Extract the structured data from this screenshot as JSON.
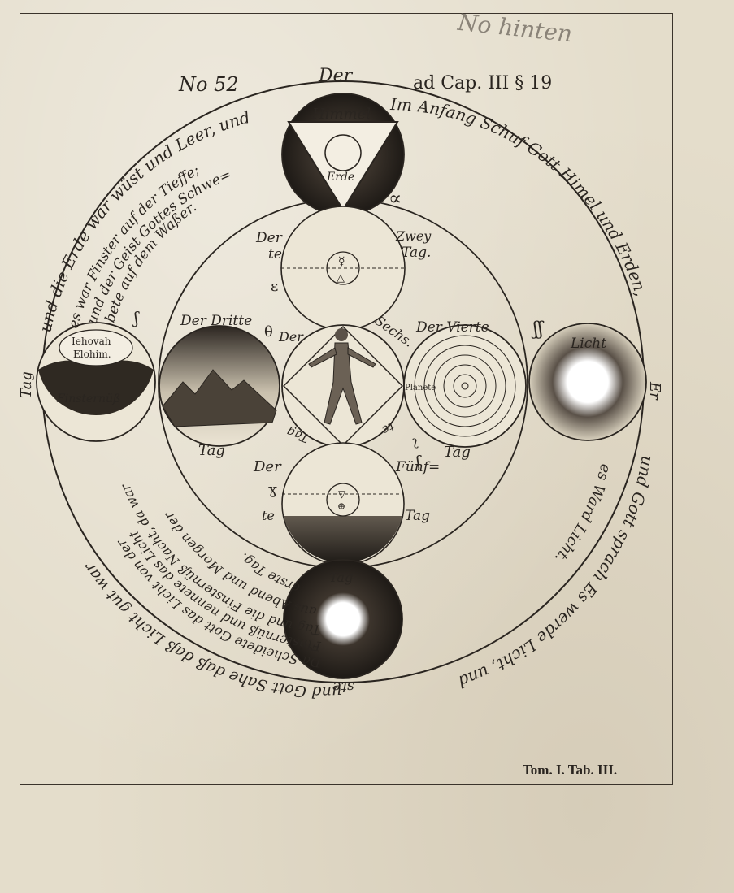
{
  "header": {
    "plate_number": "No 52",
    "chapter_ref": "ad Cap. III § 19",
    "pencil_note": "No hinten"
  },
  "footer": {
    "plate_ref": "Tom. I. Tab. III."
  },
  "ring_text": {
    "right": "Im Anfang Schuf Gott Himel und Erden,",
    "left_outer": "und die Erde war wüst und Leer, und",
    "left_inner": "es war Finster auf der Tieffe;",
    "left_inner2": "und der Geist Gottes Schwe=",
    "left_inner3": "bete auf dem Waßer.",
    "lower_right": "und Gott sprach Es werde Licht, und",
    "lower_right2": "es Ward Licht.",
    "lower_left": "und Gott Sahe daß daß Licht gut war",
    "lower_left2": "Da Scheidete Gott das Licht von der",
    "lower_left3": "Finsternüß und nennete das Licht",
    "lower_left4": "Tag und die Finsternüß Nacht, da war",
    "lower_left5": "aus Abend und Morgen der",
    "lower_left6": "erste Tag.",
    "right_side": "Er",
    "left_side": "Tag",
    "bottom_side": "ste"
  },
  "circles": {
    "top": {
      "label_top": "Der",
      "upper": "Himmel",
      "inner": "Erde",
      "symbol": "∝"
    },
    "second_day": {
      "left_top": "Der",
      "left_bottom": "te",
      "right_top": "Zwey",
      "right_bottom": "Tag.",
      "side_glyph": "ε",
      "center_glyph": "☿",
      "triangle": "△"
    },
    "third_day": {
      "top": "Der Dritte",
      "bottom": "Tag",
      "side_glyph": "θ"
    },
    "sixth_day": {
      "left": "Der",
      "right": "Sechs.",
      "bottom_left": "Tag",
      "bottom_right": "te"
    },
    "fourth_day": {
      "top": "Der Vierte",
      "bottom": "Tag",
      "side_glyph": "ʅ"
    },
    "fifth_day": {
      "left_top": "Der",
      "left_bottom": "te",
      "right_top": "Fünf=",
      "right_bottom": "Tag",
      "side_glyph": "ɣ",
      "center_glyph": "⊕",
      "triangle": "▽"
    },
    "first_day": {
      "top": "Tag",
      "side_glyph": "ʃ"
    },
    "darkness": {
      "top": "Iehovah",
      "middle": "Elohim.",
      "bottom": "Finsternüß",
      "side_glyph": "ʃ"
    },
    "light": {
      "top": "Licht",
      "side_glyph": "ʃʃ"
    },
    "planet_label": "Planete"
  },
  "colors": {
    "ink": "#2a2520",
    "paper": "#e4ddcb",
    "pencil": "#8a8378"
  }
}
